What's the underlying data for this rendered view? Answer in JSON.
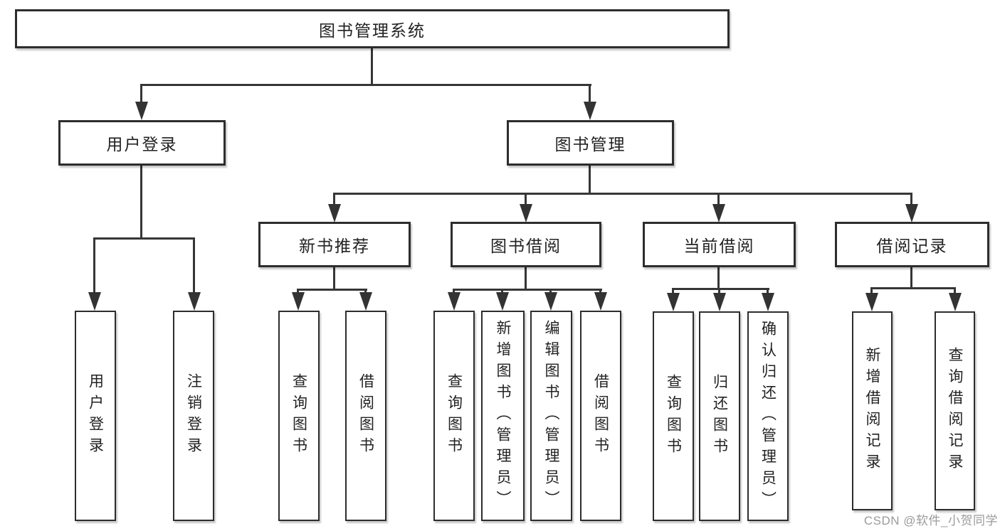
{
  "diagram": {
    "title": "图书管理系统",
    "nodes": {
      "root": "图书管理系统",
      "user_login": "用户登录",
      "book_mgmt": "图书管理",
      "new_book_rec": "新书推荐",
      "book_borrow": "图书借阅",
      "current_borrow": "当前借阅",
      "borrow_records": "借阅记录",
      "leaf_user_login": "用户登录",
      "leaf_logout": "注销登录",
      "leaf_query_book_rec": "查询图书",
      "leaf_borrow_book_rec": "借阅图书",
      "leaf_query_book_borrow": "查询图书",
      "leaf_add_book_admin": "新增图书（管理员）",
      "leaf_edit_book_admin": "编辑图书（管理员）",
      "leaf_borrow_book_borrow": "借阅图书",
      "leaf_query_book_current": "查询图书",
      "leaf_return_book": "归还图书",
      "leaf_confirm_return_admin": "确认归还（管理员）",
      "leaf_add_borrow_record": "新增借阅记录",
      "leaf_query_borrow_record": "查询借阅记录"
    },
    "colors": {
      "line": "#363636",
      "border": "#2d2d2d",
      "text": "#222222",
      "watermark": "#9b9b9b"
    }
  },
  "watermark": {
    "text": "CSDN @软件_小贺同学"
  }
}
